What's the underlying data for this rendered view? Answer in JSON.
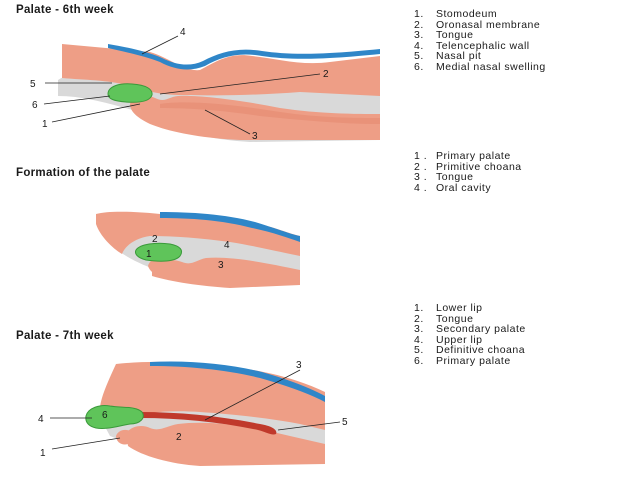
{
  "panels": [
    {
      "title": "Palate - 6th week",
      "legend": [
        {
          "n": "1.",
          "text": "Stomodeum"
        },
        {
          "n": "2.",
          "text": "Oronasal membrane"
        },
        {
          "n": "3.",
          "text": "Tongue"
        },
        {
          "n": "4.",
          "text": "Telencephalic wall"
        },
        {
          "n": "5.",
          "text": "Nasal pit"
        },
        {
          "n": "6.",
          "text": "Medial nasal swelling"
        }
      ],
      "callouts": [
        "4",
        "5",
        "2",
        "6",
        "1",
        "3"
      ]
    },
    {
      "title": "Formation of the palate",
      "legend": [
        {
          "n": "1 .",
          "text": "Primary palate"
        },
        {
          "n": "2 .",
          "text": "Primitive choana"
        },
        {
          "n": "3 .",
          "text": "Tongue"
        },
        {
          "n": "4 .",
          "text": "Oral cavity"
        }
      ],
      "callouts": [
        "2",
        "1",
        "4",
        "3"
      ]
    },
    {
      "title": "Palate - 7th week",
      "legend": [
        {
          "n": "1.",
          "text": "Lower lip"
        },
        {
          "n": "2.",
          "text": "Tongue"
        },
        {
          "n": "3.",
          "text": "Secondary palate"
        },
        {
          "n": "4.",
          "text": "Upper lip"
        },
        {
          "n": "5.",
          "text": "Definitive choana"
        },
        {
          "n": "6.",
          "text": "Primary palate"
        }
      ],
      "callouts": [
        "3",
        "4",
        "6",
        "5",
        "2",
        "1"
      ]
    }
  ],
  "colors": {
    "tissue": "#ee9e86",
    "tissue_dark": "#e4866c",
    "cavity": "#d9d9d9",
    "brain": "#2f86c8",
    "palate_green": "#5fc45a",
    "secondary_palate": "#c0392b"
  }
}
